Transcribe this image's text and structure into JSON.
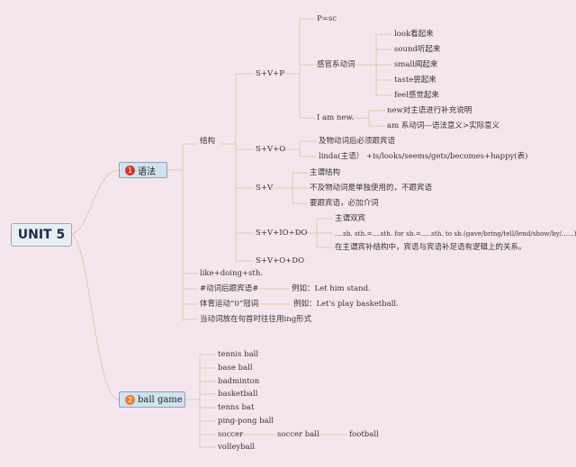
{
  "colors": {
    "background": "#f5e6ee",
    "line": "#e0c9a6",
    "badge1": "#d9352b",
    "badge2": "#ef7e33"
  },
  "root": "UNIT 5",
  "grammar": {
    "badge": "1",
    "label": "语法",
    "structure": "结构",
    "svp": {
      "label": "S+V+P",
      "p_sc": "P=sc",
      "sense_verbs_label": "感官系动词",
      "sense_verbs": [
        "look看起来",
        "sound听起来",
        "small闻起来",
        "taste尝起来",
        "feel感觉起来"
      ],
      "example": "I am new.",
      "example_notes": [
        "new对主语进行补充说明",
        "am 系动词---语法意义>实际意义"
      ]
    },
    "svo": {
      "label": "S+V+O",
      "notes": [
        "及物动词后必须跟宾语",
        "linda(主语） +is/looks/seems/gets/becomes+happy(表)"
      ]
    },
    "sv": {
      "label": "S+V",
      "notes": [
        "主谓结构",
        "不及物动词是单独使用的，不跟宾语",
        "要跟宾语，必加介词"
      ]
    },
    "sviodo": {
      "label": "S+V+IO+DO",
      "notes": [
        "主谓双宾",
        "....sb. sth.=....sth. for sb.=.....sth. to sb.(gave/bring/tell/lend/show/by/......)",
        "在主谓宾补结构中，宾语与宾语补足语有逻辑上的关系。"
      ]
    },
    "svooc": "S+V+O+DO",
    "like": "like+doing+sth.",
    "verb_obj": {
      "label": "#动词后跟宾语#",
      "example": "例如：Let him stand."
    },
    "sport": {
      "label": "体育运动“0”冠词",
      "example": "例如：Let's play basketball."
    },
    "gerund": "当动词放在句首时往往用ing形式"
  },
  "ballgame": {
    "badge": "2",
    "label": "ball game",
    "items": [
      "tennis ball",
      "base ball",
      "badminton",
      "basketball",
      "tenns bat",
      "ping-pong ball",
      "soccer",
      "volleyball"
    ],
    "soccer_sub": "soccer ball",
    "soccer_sub2": "football"
  }
}
